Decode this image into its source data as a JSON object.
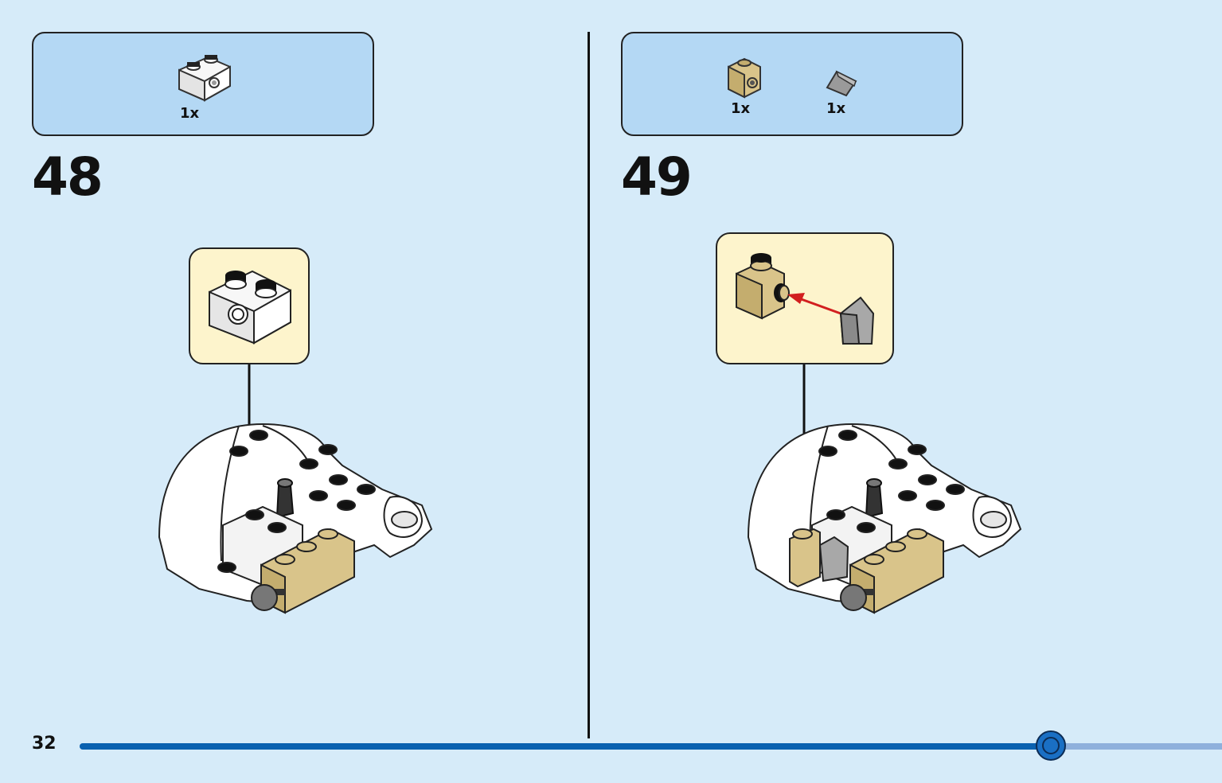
{
  "steps": [
    {
      "number": "48",
      "parts": [
        {
          "name": "white-brick-1x2-with-side-pin-hole",
          "qty": "1x"
        }
      ]
    },
    {
      "number": "49",
      "parts": [
        {
          "name": "tan-brick-1x1-with-side-stud",
          "qty": "1x"
        },
        {
          "name": "gray-slope-tile",
          "qty": "1x"
        }
      ]
    }
  ],
  "page": {
    "number": "32"
  },
  "progress": {
    "fraction": 0.85
  },
  "colors": {
    "background": "#d6ebf9",
    "parts_box": "#b4d8f4",
    "callout": "#fdf4cc",
    "progress": "#0a61b0",
    "tan": "#d9c48a",
    "insert_arrow": "#d21f1f"
  }
}
